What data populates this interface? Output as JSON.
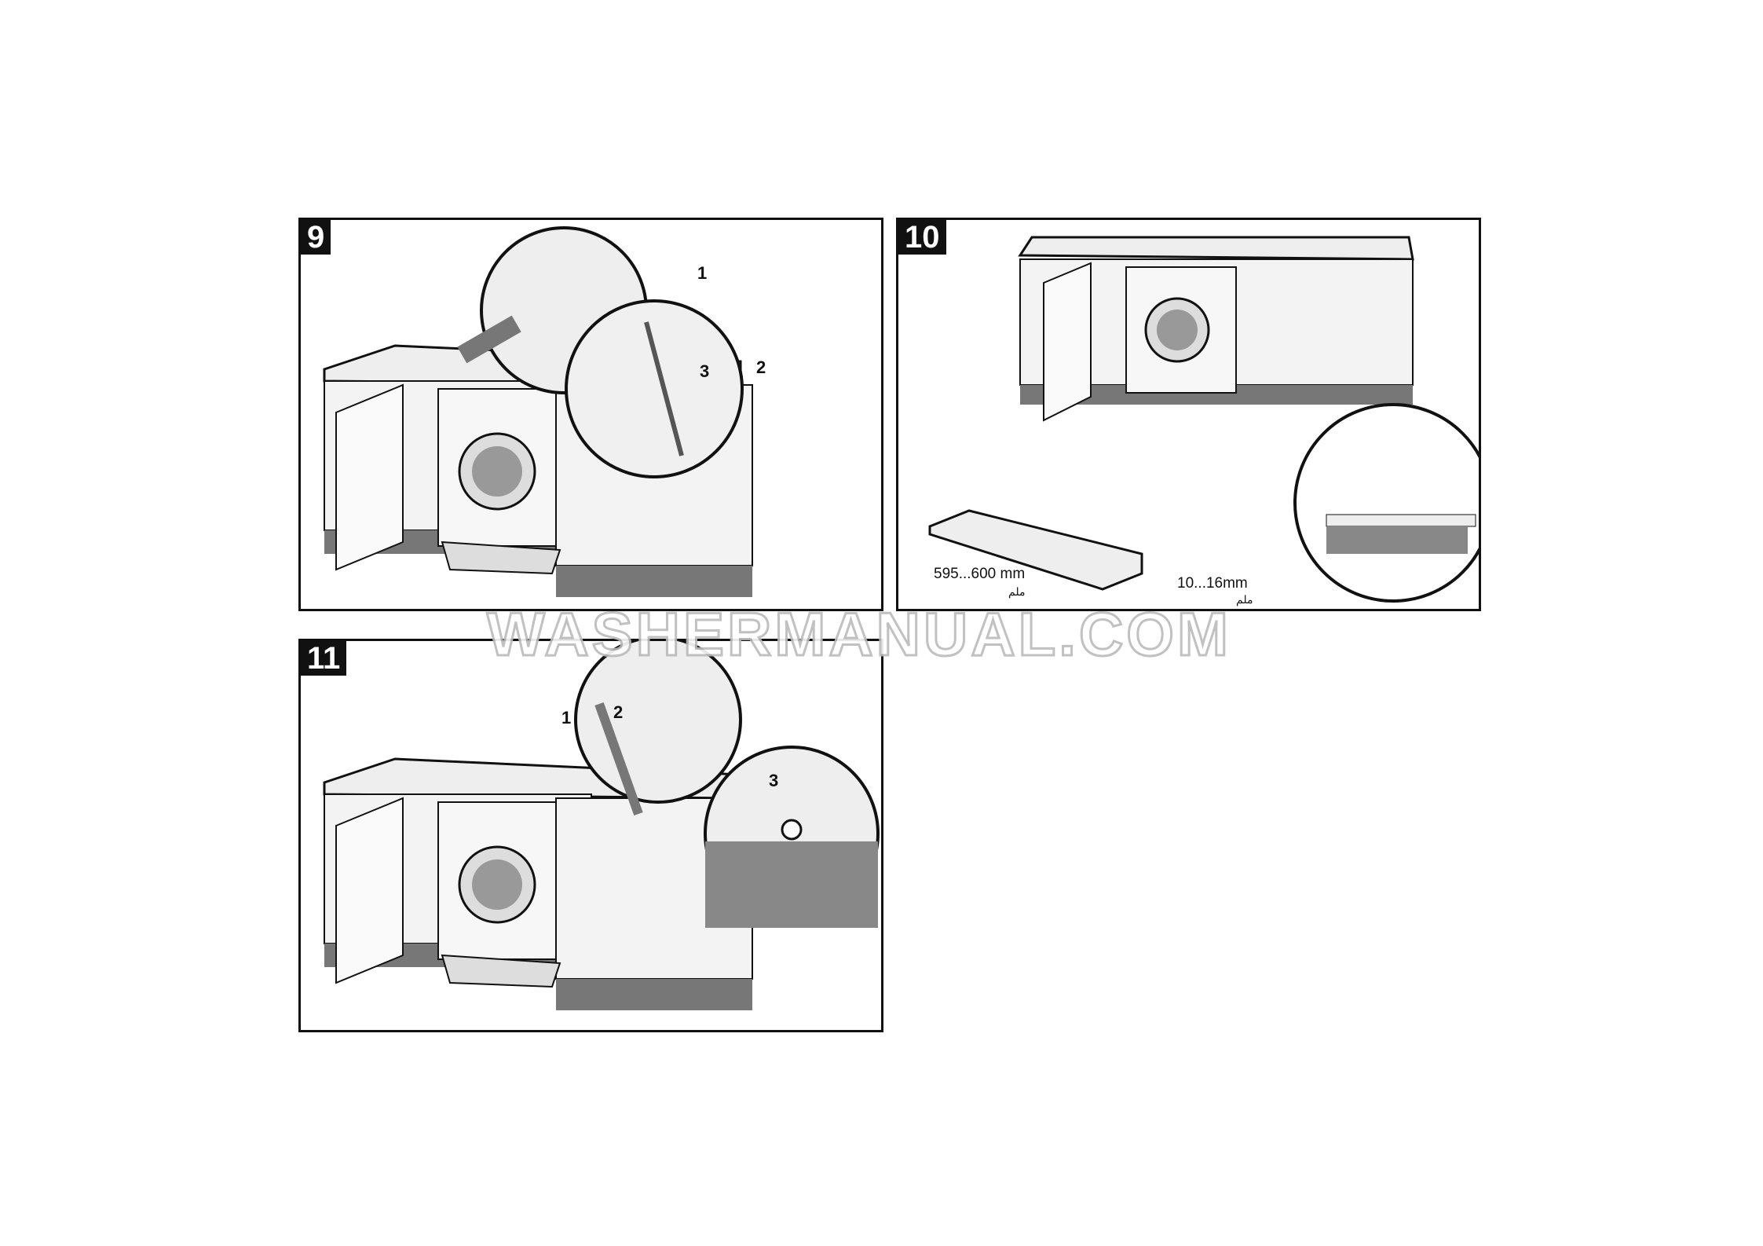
{
  "steps": [
    {
      "number": "9",
      "callouts": [
        "1",
        "2",
        "3"
      ]
    },
    {
      "number": "10",
      "dimensions": {
        "width": "595...600 mm",
        "width_arabic": "ملم",
        "height": "10...16mm",
        "height_arabic": "ملم"
      }
    },
    {
      "number": "11",
      "callouts": [
        "1",
        "2",
        "3"
      ]
    }
  ],
  "watermark": "WASHERMANUAL.COM"
}
